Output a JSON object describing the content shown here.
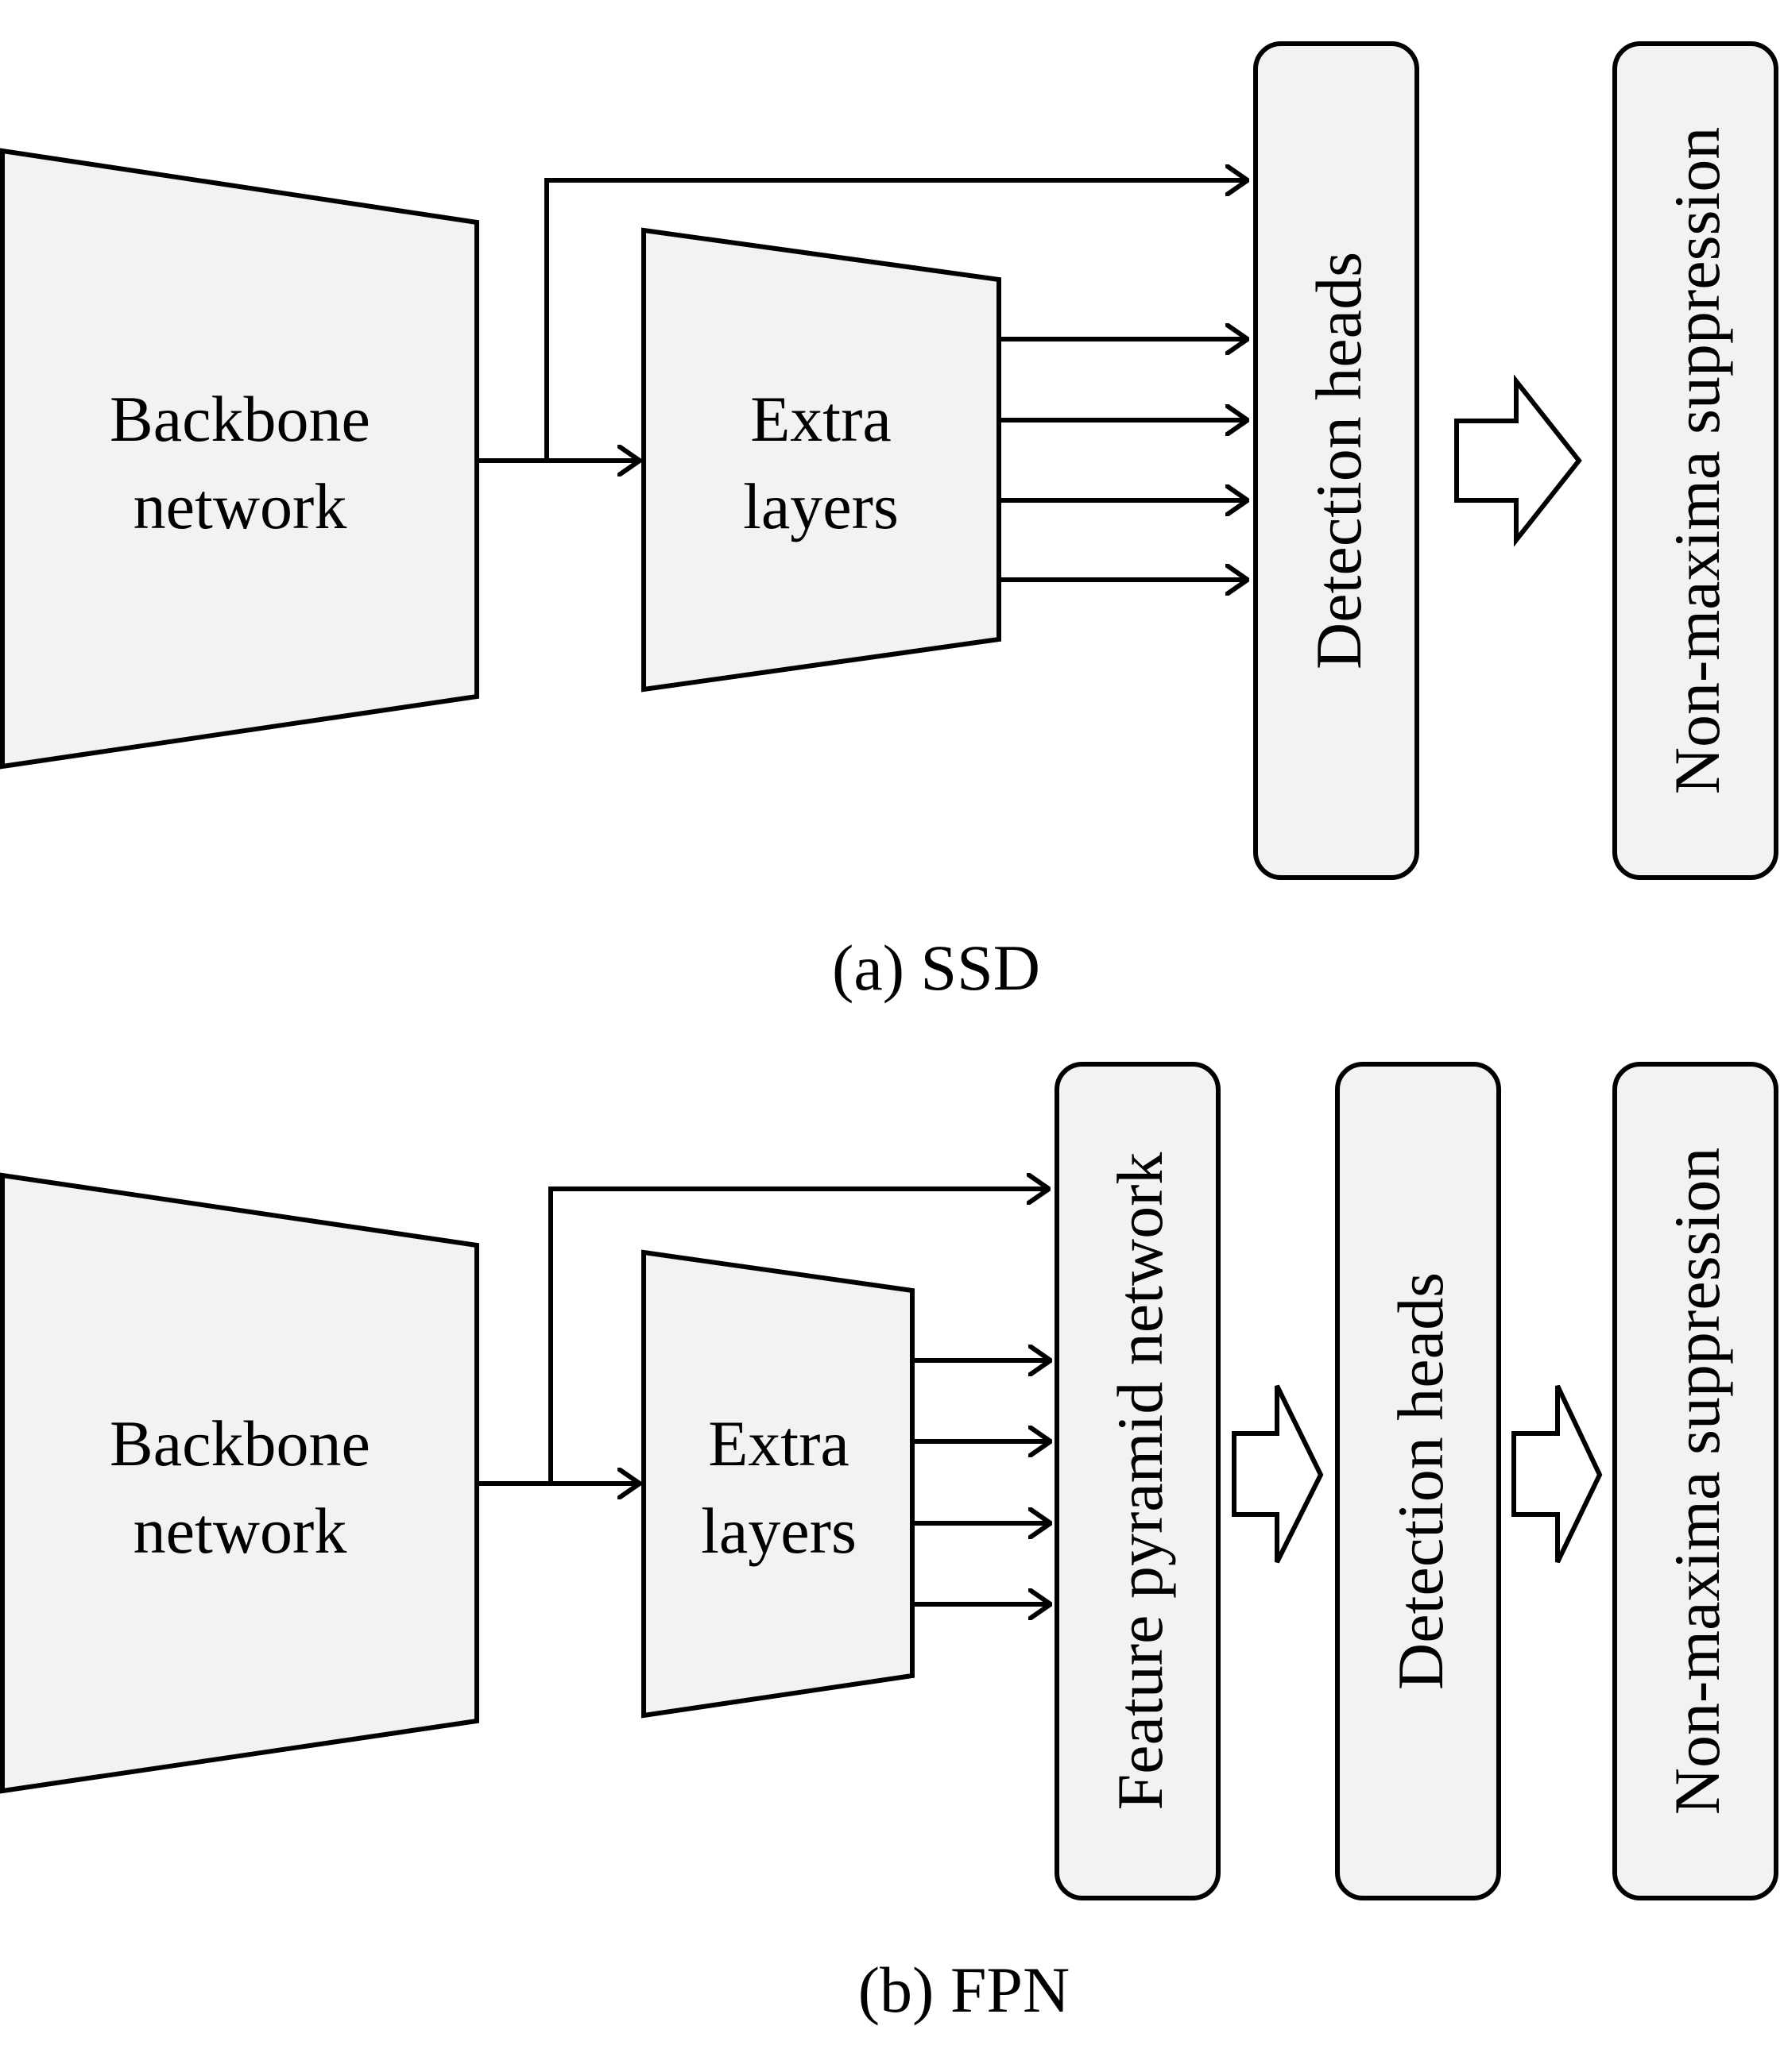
{
  "colors": {
    "shape_fill": "#f2f2f2",
    "stroke": "#000000",
    "background": "#ffffff"
  },
  "ssd": {
    "backbone_lines": [
      "Backbone",
      "network"
    ],
    "extra_lines": [
      "Extra",
      "layers"
    ],
    "detection_heads": "Detection heads",
    "nms": "Non-maxima suppression",
    "caption": "(a) SSD"
  },
  "fpn": {
    "backbone_lines": [
      "Backbone",
      "network"
    ],
    "extra_lines": [
      "Extra",
      "layers"
    ],
    "fpn_block": "Feature pyramid network",
    "detection_heads": "Detection heads",
    "nms": "Non-maxima suppression",
    "caption": "(b) FPN"
  }
}
